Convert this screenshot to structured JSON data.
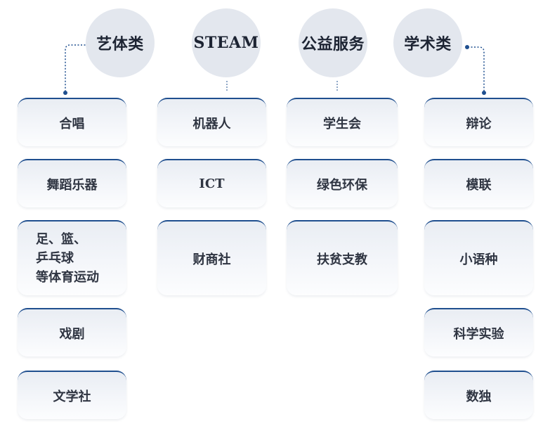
{
  "categories": [
    {
      "title": "艺体类",
      "items": [
        "合唱",
        "舞蹈乐器",
        "足、篮、\n乒乓球\n等体育运动",
        "戏剧",
        "文学社"
      ]
    },
    {
      "title": "STEAM",
      "items": [
        "机器人",
        "ICT",
        "财商社"
      ]
    },
    {
      "title": "公益服务",
      "items": [
        "学生会",
        "绿色环保",
        "扶贫支教"
      ]
    },
    {
      "title": "学术类",
      "items": [
        "辩论",
        "模联",
        "小语种",
        "科学实验",
        "数独"
      ]
    }
  ],
  "colors": {
    "circle": "#e3e7ee",
    "card_top_border": "#1f4f8f",
    "connector": "#1f4f8f"
  }
}
